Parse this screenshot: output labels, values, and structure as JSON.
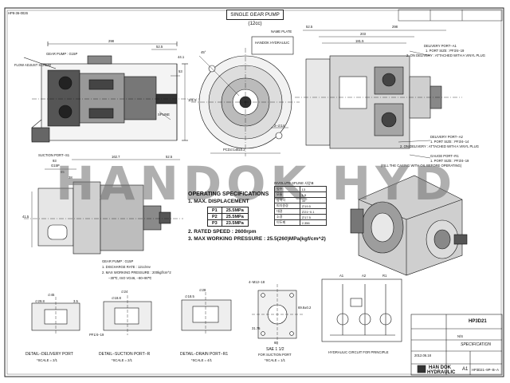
{
  "sheet": {
    "drawing_id": "HP8-36-0026",
    "title": "SINGLE GEAR PUMP (12cc)",
    "watermark": "HANDOK HYD"
  },
  "front_view": {
    "dim_width": "298",
    "dim_offset": "52.5",
    "label_gear_pump": "GEAR PUMP : G15P",
    "label_flow_adjust": "FLOW ADJUST SCREW",
    "label_spline": "SPLINE",
    "dim_vert_1": "44.1",
    "dim_vert_2": "53",
    "dim_vert_3": "101.5"
  },
  "side_view": {
    "label_name_plate": "NAME PLATE",
    "plate_brand": "HANDOK HYDRAULIC",
    "dim_angle": "45°",
    "dim_bolt_circle": "PCD∅146±0.2",
    "dim_holes": "2−∅14"
  },
  "rear_view": {
    "dim_top_1": "52.5",
    "dim_top_2": "298",
    "dim_mid_1": "203",
    "dim_mid_2": "181.5",
    "delivery_port_a1_title": "DELIVERY PORT−A1",
    "delivery_port_a1_size": "1. PORT SIZE : PF3/4−19",
    "delivery_port_a1_note": "2. ON DELIVERY : ATTACHED WITH A VINYL PLUG",
    "delivery_port_a2_title": "DELIVERY PORT−A2",
    "delivery_port_a2_size": "1. PORT SIZE : PF3/4−14",
    "delivery_port_a2_note": "2. ON DELIVERY : ATTACHED WITH A VINYL PLUG",
    "gauge_port_title": "GAUGE PORT−R1",
    "gauge_port_size": "1. PORT SIZE : PF3/4−19",
    "gauge_port_note": "(FILL THE CASING WITH OIL BEFORE OPERATING)"
  },
  "lower_view": {
    "suction_port": "SUCTION PORT−S1",
    "dim_top": "162.7",
    "dim_offset": "52.5",
    "dim_left_1": "93",
    "dim_left_2": "G15P",
    "dim_left_3": "65",
    "dim_left_4": "38",
    "dim_vert": "41.5",
    "note_title": "GEAR PUMP : G15P",
    "note_1": "1. DISCHARGE RATE : 12cc/rev",
    "note_2": "2. MAX WORKING PRESSURE : 200kgf/cm^2",
    "note_3": "−30℃, ISO VG46, −80~90℃"
  },
  "operating_specs": {
    "heading": "OPERATING SPECIFICATIONS",
    "item_1": "1. MAX. DISPLACEMENT",
    "rows": [
      {
        "port": "P1",
        "value": "25.5MPa"
      },
      {
        "port": "P2",
        "value": "25.5MPa"
      },
      {
        "port": "P3",
        "value": "23.5MPa"
      }
    ],
    "item_2": "2. RATED SPEED : 2600rpm",
    "item_3": "3. MAX WORKING PRESSURE : 25.5(260)MPa(kgf/cm^2)"
  },
  "spline_table": {
    "heading": "INVOLUTE SPLINE 사양표",
    "rows": [
      [
        "잇수",
        "13"
      ],
      [
        "모듈",
        "1.5"
      ],
      [
        "압력각",
        "30°"
      ],
      [
        "피치원경",
        "∅19.5"
      ],
      [
        "대경",
        "∅21−0.1"
      ],
      [
        "소경",
        "∅17.5"
      ],
      [
        "이두께",
        "2.356"
      ]
    ]
  },
  "details": {
    "delivery_port_label": "DETAIL−DELIVERY PORT",
    "delivery_port_scale": "*SCALE = 2/1",
    "delivery_dim_1": "∅45",
    "delivery_dim_2": "∅29.8",
    "delivery_dim_3": "3.5",
    "suction_port_r_label": "DETAIL−SUCTION PORT−R",
    "suction_port_r_scale": "*SCALE = 2/1",
    "suction_dim_1": "∅24",
    "suction_dim_2": "∅18.8",
    "suction_dim_3": "PF1/4−19",
    "drain_port_label": "DETAIL−DRAIN PORT−R1",
    "drain_port_scale": "*SCALE = 4/1",
    "drain_dim_1": "∅28",
    "drain_dim_2": "∅18.5",
    "flange_label": "SAE 1 1/2",
    "flange_sub": "FOR SUCTION PORT",
    "flange_scale": "*SCALE = 1/1",
    "flange_holes": "4−M12−18",
    "flange_dim_1": "69.8±0.2",
    "flange_dim_2": "31.75",
    "flange_dim_3": "60"
  },
  "hydraulic_circuit": {
    "label": "HYDRAULIC CIRCUIT FOR PRINCIPLE",
    "ports": [
      "A1",
      "A2",
      "R1"
    ]
  },
  "title_block": {
    "drawing_no": "HP3D21",
    "doc_type": "SPECIFICATION",
    "scale": "N/S",
    "company_1": "HAN DOK",
    "company_2": "HYDRAULIC",
    "sheet_size": "A1",
    "part_no": "HP3D21−9P−B−A",
    "date": "2012.06.18"
  }
}
